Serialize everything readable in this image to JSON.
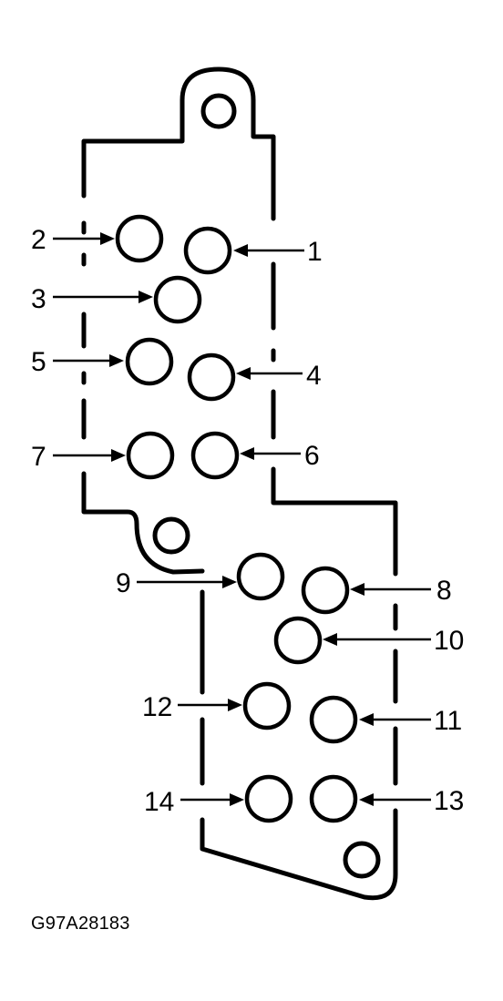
{
  "figure_code": "G97A28183",
  "callouts": [
    {
      "id": "1",
      "label": "1"
    },
    {
      "id": "2",
      "label": "2"
    },
    {
      "id": "3",
      "label": "3"
    },
    {
      "id": "4",
      "label": "4"
    },
    {
      "id": "5",
      "label": "5"
    },
    {
      "id": "6",
      "label": "6"
    },
    {
      "id": "7",
      "label": "7"
    },
    {
      "id": "8",
      "label": "8"
    },
    {
      "id": "9",
      "label": "9"
    },
    {
      "id": "10",
      "label": "10"
    },
    {
      "id": "11",
      "label": "11"
    },
    {
      "id": "12",
      "label": "12"
    },
    {
      "id": "13",
      "label": "13"
    },
    {
      "id": "14",
      "label": "14"
    }
  ]
}
